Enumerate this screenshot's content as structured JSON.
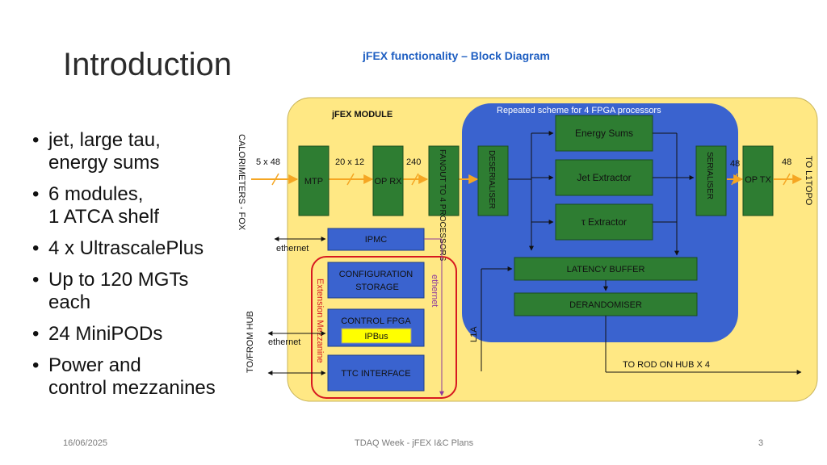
{
  "slide": {
    "title": "Introduction",
    "bullets": [
      [
        "jet, large tau,",
        "energy sums"
      ],
      [
        "6 modules,",
        "1 ATCA shelf"
      ],
      [
        "4 x UltrascalePlus"
      ],
      [
        "Up to 120 MGTs",
        "each"
      ],
      [
        "24 MiniPODs"
      ],
      [
        "Power and",
        "control mezzanines"
      ]
    ]
  },
  "diagram": {
    "caption": "jFEX functionality – Block Diagram",
    "module_label": "jFEX MODULE",
    "repeated_label": "Repeated scheme for 4 FPGA processors",
    "calorimeters_label": "CALORIMETERS - FOX",
    "to_l1topo_label": "TO L1TOPO",
    "to_from_hub_label": "TO/FROM HUB",
    "blocks": {
      "mtp": "MTP",
      "op_rx": "OP RX",
      "fanout": "FANOUT TO 4 PROCESSORS",
      "deserialiser": "DESERIALISER",
      "serialiser": "SERIALISER",
      "op_tx": "OP TX",
      "energy_sums": "Energy Sums",
      "jet_extractor": "Jet Extractor",
      "tau_extractor": "τ Extractor",
      "latency_buffer": "LATENCY BUFFER",
      "derandomiser": "DERANDOMISER",
      "ipmc": "IPMC",
      "configuration_storage": [
        "CONFIGURATION",
        "STORAGE"
      ],
      "control_fpga": "CONTROL FPGA",
      "ipbus": "IPBus",
      "ttc_interface": "TTC INTERFACE"
    },
    "link_labels": {
      "in_5x48": "5 x 48",
      "in_20x12": "20 x 12",
      "in_240": "240",
      "out_48a": "48",
      "out_48b": "48",
      "ethernet_top": "ethernet",
      "ethernet_bottom": "ethernet",
      "ethernet_vertical": "ethernet",
      "extension_mezzanine": "Extension Mezzanine",
      "l1a": "L1A",
      "to_rod": "TO ROD ON HUB X 4"
    },
    "colors": {
      "module_bg": "#ffe884",
      "processor_bg": "#3a63cf",
      "block_green": "#2e7d32",
      "block_blue": "#3a63cf",
      "ipbus_yellow": "#ffff00",
      "arrow_orange": "#f5a623",
      "mezzanine_red": "#d71920",
      "ethernet_purple": "#8e3a9d"
    }
  },
  "footer": {
    "date": "16/06/2025",
    "center": "TDAQ Week - jFEX I&C Plans",
    "page": "3"
  }
}
